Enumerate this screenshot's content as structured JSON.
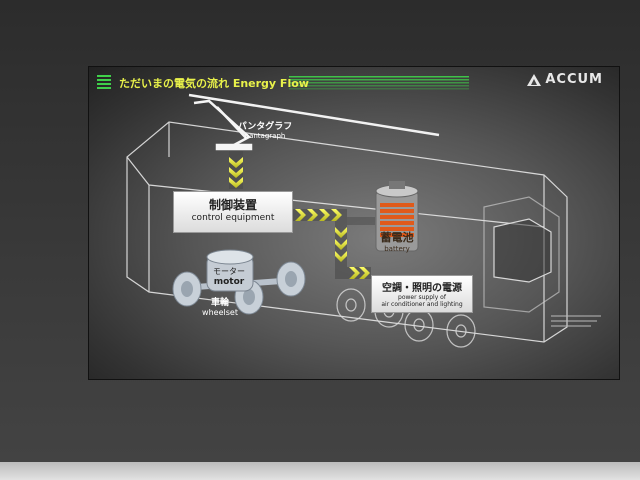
{
  "header": {
    "title": "ただいまの電気の流れ Energy Flow",
    "brand": "ACCUM"
  },
  "components": {
    "pantograph": {
      "jp": "パンタグラフ",
      "en": "pantagraph"
    },
    "control": {
      "jp": "制御装置",
      "en": "control equipment"
    },
    "battery": {
      "jp": "蓄電池",
      "en": "battery"
    },
    "power": {
      "jp": "空調・照明の電源",
      "en1": "power supply of",
      "en2": "air conditioner and lighting"
    },
    "motor": {
      "jp": "モーター",
      "en": "motor"
    },
    "wheelset": {
      "jp": "車輪",
      "en": "wheelset"
    }
  },
  "colors": {
    "flow_arrow": "#e8e838",
    "header_text": "#e9f24a",
    "battery_band": "#e05a1a",
    "accent_green": "#3fd14a"
  }
}
